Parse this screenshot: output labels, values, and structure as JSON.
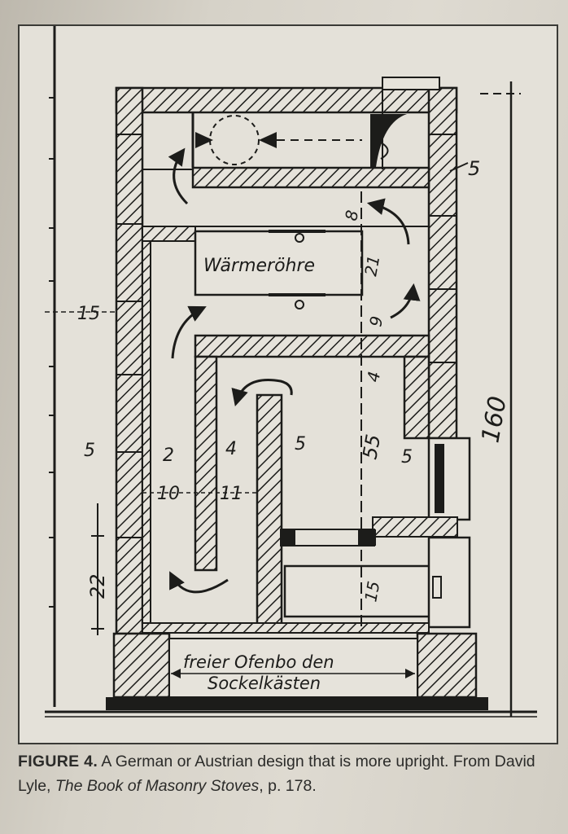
{
  "diagram": {
    "labels": {
      "warmer_tube": "Wärmeröhre",
      "free_floor": "freier Ofenbo den",
      "base_box": "Sockelkästen"
    },
    "dimensions": {
      "d5_top": "5",
      "d8": "8",
      "d21": "21",
      "d9": "9",
      "d15_left": "15",
      "d4_mid": "4",
      "d160": "160",
      "d5_left": "5",
      "d2": "2",
      "d4_inner": "4",
      "d5_inner": "5",
      "d55": "55",
      "d5_right": "5",
      "d10": "10",
      "d11": "11",
      "d22": "22",
      "d15_bottom": "15"
    }
  },
  "caption": {
    "label": "FIGURE 4.",
    "text": " A German or Austrian design that is more upright. From David Lyle, ",
    "book_title": "The Book of Masonry Stoves",
    "page_ref": ", p. 178."
  }
}
